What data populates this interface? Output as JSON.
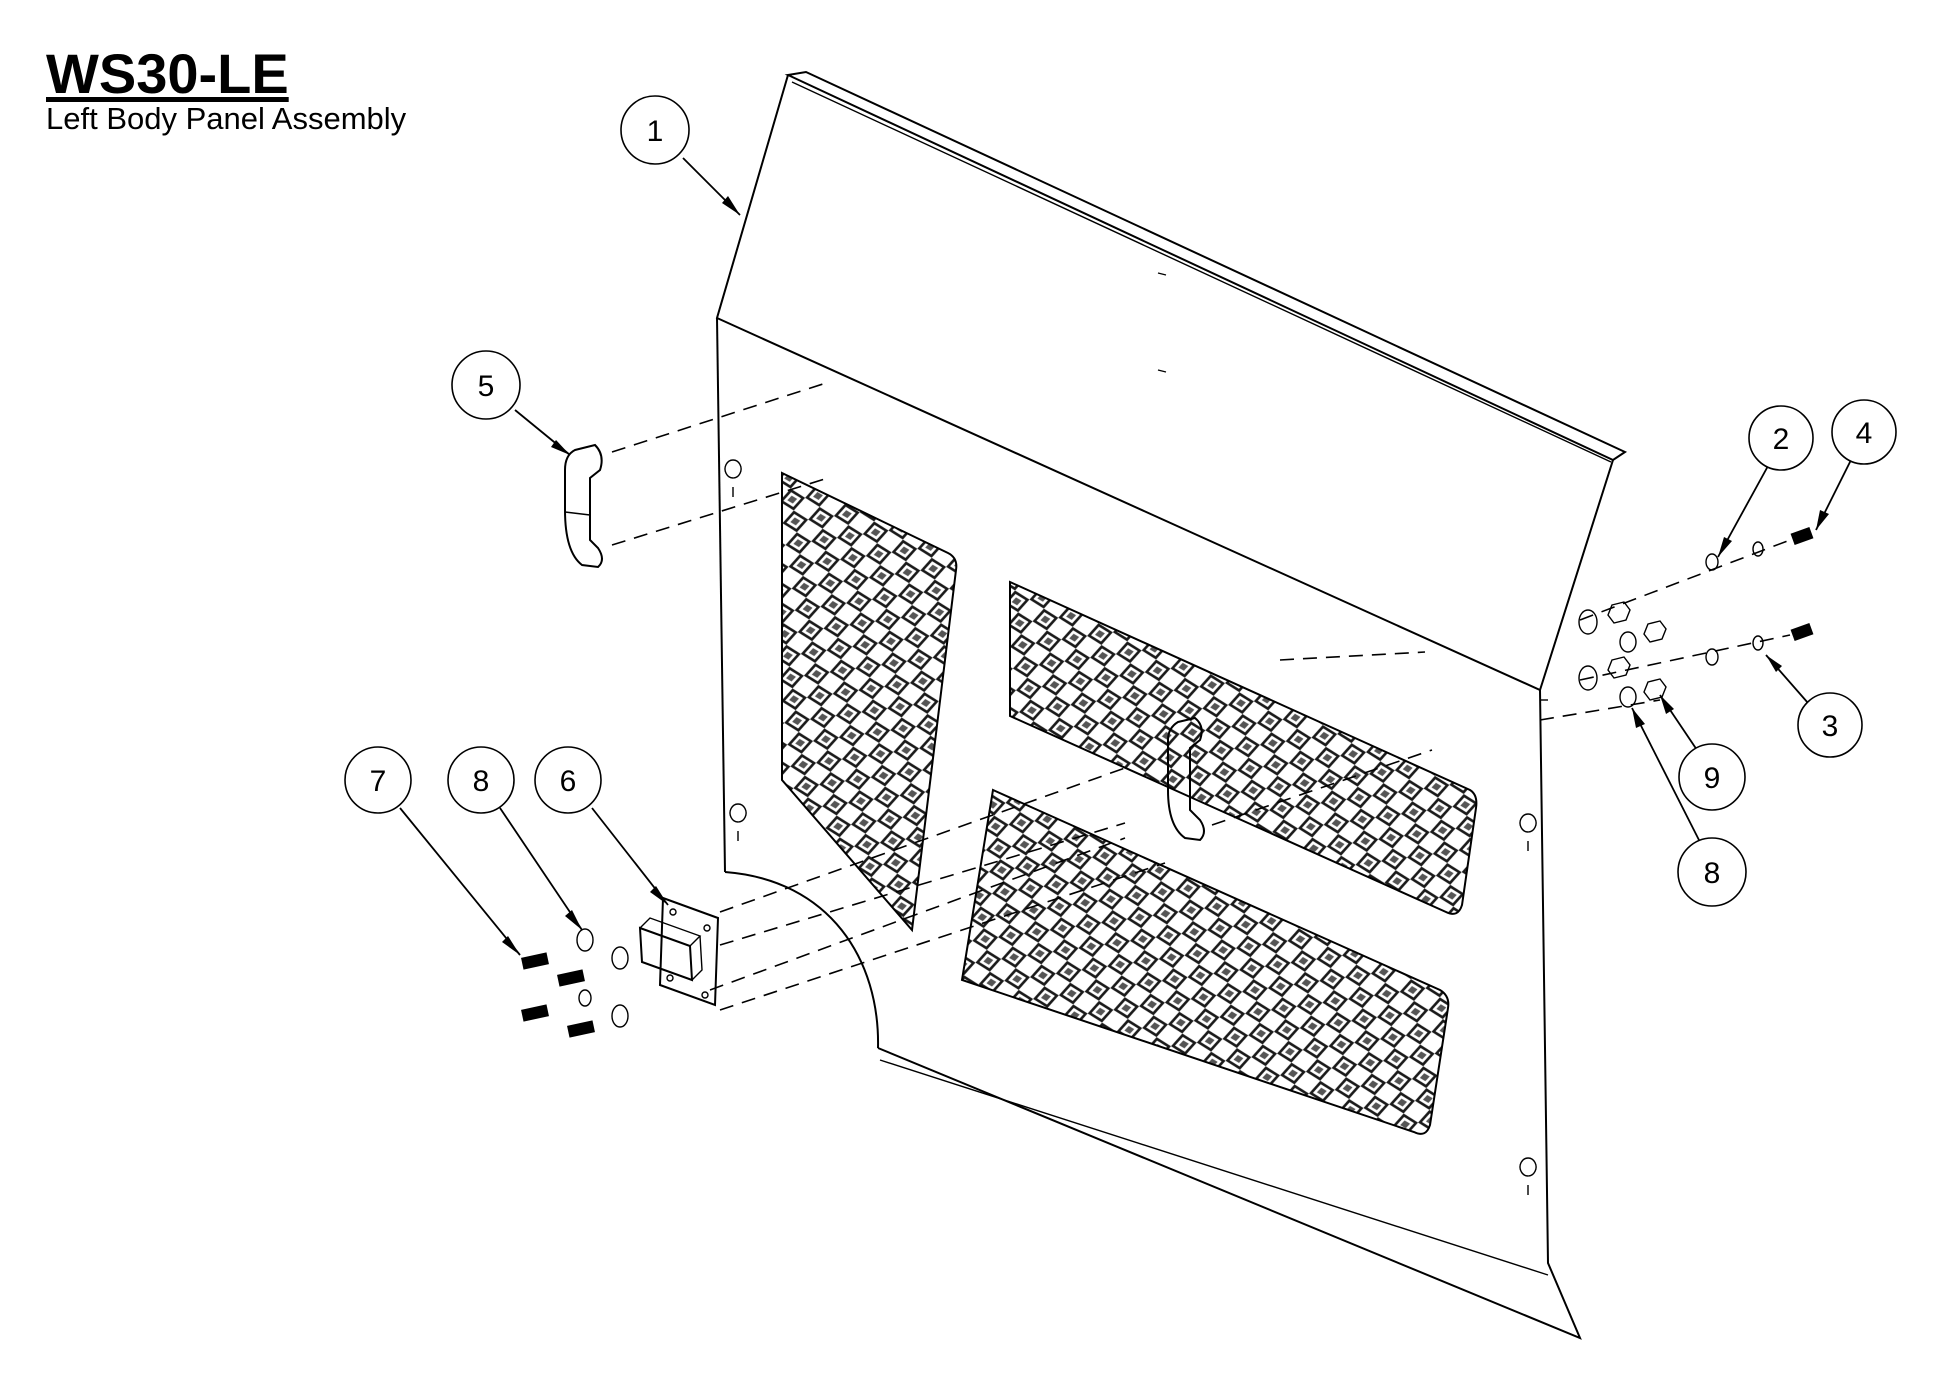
{
  "header": {
    "model": "WS30-LE",
    "subtitle": "Left Body Panel Assembly"
  },
  "callouts": [
    {
      "id": "callout-1",
      "number": "1"
    },
    {
      "id": "callout-2",
      "number": "2"
    },
    {
      "id": "callout-3",
      "number": "3"
    },
    {
      "id": "callout-4",
      "number": "4"
    },
    {
      "id": "callout-5",
      "number": "5"
    },
    {
      "id": "callout-6",
      "number": "6"
    },
    {
      "id": "callout-7",
      "number": "7"
    },
    {
      "id": "callout-8a",
      "number": "8"
    },
    {
      "id": "callout-8b",
      "number": "8"
    },
    {
      "id": "callout-9",
      "number": "9"
    }
  ],
  "colors": {
    "line": "#000000",
    "background": "#ffffff"
  }
}
